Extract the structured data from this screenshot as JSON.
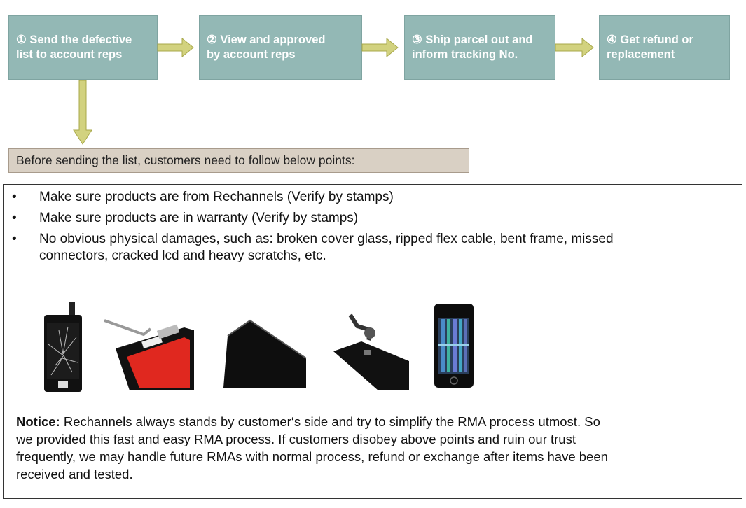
{
  "steps": [
    {
      "lines": [
        "① Send the defective",
        "list to account reps"
      ]
    },
    {
      "lines": [
        "② View and approved",
        "by account reps"
      ]
    },
    {
      "lines": [
        "③ Ship parcel out and",
        "inform tracking No."
      ]
    },
    {
      "lines": [
        "④ Get refund or",
        "replacement"
      ]
    }
  ],
  "intro": "Before sending the list, customers need to follow below points:",
  "rules": [
    {
      "bullet": "•",
      "lines": [
        "Make sure products are from Rechannels (Verify by stamps)"
      ]
    },
    {
      "bullet": "•",
      "lines": [
        "Make sure products are in warranty (Verify by stamps)"
      ]
    },
    {
      "bullet": "•",
      "lines": [
        "No obvious physical damages, such as: broken cover glass, ripped flex cable, bent frame, missed",
        "connectors, cracked lcd and heavy scratchs, etc."
      ]
    }
  ],
  "photos": [
    {
      "icon": "cracked-screen-photo"
    },
    {
      "icon": "ripped-flex-cable-photo"
    },
    {
      "icon": "bent-frame-photo"
    },
    {
      "icon": "missing-connector-photo"
    },
    {
      "icon": "cracked-lcd-photo"
    }
  ],
  "notice": {
    "label": "Notice:",
    "lines": [
      " Rechannels always stands by customer‘s side and try to simplify the RMA process utmost. So",
      "we provided this fast and easy RMA process. If customers disobey above points and ruin our trust",
      "frequently, we may handle future RMAs with normal process, refund or exchange after items have been",
      "received and tested."
    ]
  },
  "colors": {
    "step_fill": "#93b8b5",
    "arrow_fill": "#d2d27f",
    "intro_fill": "#d9d0c4"
  }
}
